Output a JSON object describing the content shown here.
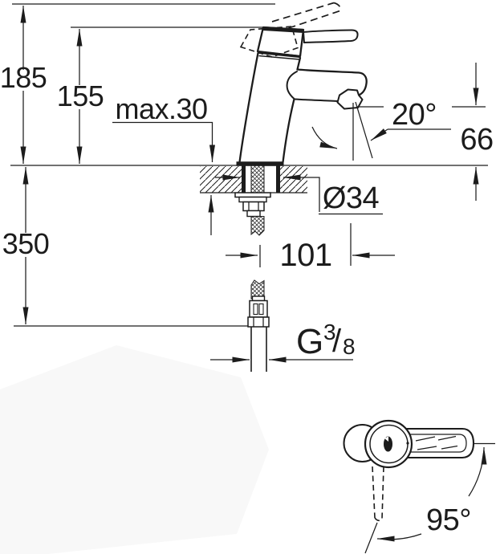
{
  "page": {
    "background": "#ffffff",
    "ink": "#1c1c1c"
  },
  "side_view": {
    "dim_total_height": "185",
    "dim_body_height": "155",
    "dim_max_deck_thickness": "max.30",
    "dim_spray_angle": "20°",
    "dim_outlet_height": "66",
    "dim_hole_diameter": "Ø34",
    "dim_spout_reach": "101",
    "dim_supply_length": "350",
    "thread": {
      "g": "G",
      "numerator": "3",
      "slash": "/",
      "denominator": "8"
    }
  },
  "top_view": {
    "dim_handle_swivel": "95°"
  }
}
